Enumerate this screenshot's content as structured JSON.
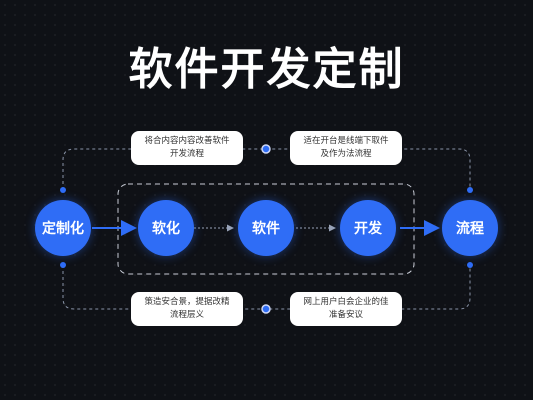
{
  "title": "软件开发定制",
  "nodes": [
    {
      "id": "n1",
      "label": "定制化"
    },
    {
      "id": "n2",
      "label": "软化"
    },
    {
      "id": "n3",
      "label": "软件"
    },
    {
      "id": "n4",
      "label": "开发"
    },
    {
      "id": "n5",
      "label": "流程"
    }
  ],
  "cards": {
    "top_left": "将合内容内容改善软件\n开发流程",
    "top_right": "适在开台是线端下取件\n及作为法流程",
    "bottom_left": "策造安合景，提据改精\n流程层义",
    "bottom_right": "网上用户白会企业的佳\n准备安议"
  },
  "colors": {
    "accent": "#2f6df6",
    "background": "#0f1116",
    "card": "#ffffff"
  }
}
